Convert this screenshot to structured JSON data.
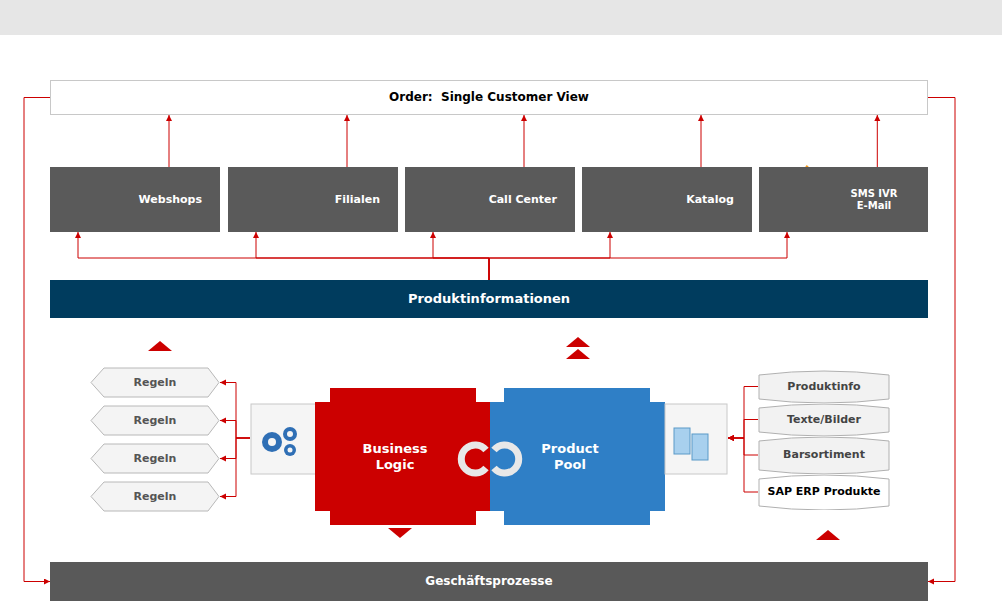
{
  "diagram": {
    "nodes": [
      {
        "text": [
          "Order:  Single Customer View"
        ]
      },
      {
        "text": [
          "Webshops"
        ]
      },
      {
        "text": [
          "Filialen"
        ]
      },
      {
        "text": [
          "Call Center"
        ]
      },
      {
        "text": [
          "Katalog"
        ]
      },
      {
        "text": [
          "SMS IVR E-Mail"
        ]
      },
      {
        "text": [
          "Produktinformationen"
        ]
      },
      {
        "text": [
          "Regeln"
        ]
      },
      {
        "text": [
          "Regeln"
        ]
      },
      {
        "text": [
          "Regeln"
        ]
      },
      {
        "text": [
          "Regeln"
        ]
      },
      {
        "text": [
          "Business Logic"
        ]
      },
      {
        "text": [
          "Product Pool"
        ]
      },
      {
        "text": [
          "Produktinfo"
        ]
      },
      {
        "text": [
          "Texte/Bilder"
        ]
      },
      {
        "text": [
          "Barsortiment"
        ]
      },
      {
        "text": [
          "SAP ERP Produkte"
        ]
      },
      {
        "text": [
          "Geschäftsprozesse"
        ]
      }
    ],
    "edges": [
      {
        "from": 1,
        "to": 0,
        "arrow": "to"
      },
      {
        "from": 2,
        "to": 0,
        "arrow": "to"
      },
      {
        "from": 3,
        "to": 0,
        "arrow": "to"
      },
      {
        "from": 4,
        "to": 0,
        "arrow": "to"
      },
      {
        "from": 5,
        "to": 0,
        "arrow": "to"
      },
      {
        "from": 6,
        "to": 1,
        "arrow": "to"
      },
      {
        "from": 6,
        "to": 2,
        "arrow": "to"
      },
      {
        "from": 6,
        "to": 3,
        "arrow": "to"
      },
      {
        "from": 6,
        "to": 4,
        "arrow": "to"
      },
      {
        "from": 6,
        "to": 5,
        "arrow": "to"
      },
      {
        "from": 11,
        "to": 7,
        "arrow": "to"
      },
      {
        "from": 11,
        "to": 8,
        "arrow": "to"
      },
      {
        "from": 11,
        "to": 9,
        "arrow": "to"
      },
      {
        "from": 11,
        "to": 10,
        "arrow": "to"
      },
      {
        "from": 13,
        "to": 12,
        "arrow": "to"
      },
      {
        "from": 14,
        "to": 12,
        "arrow": "to"
      },
      {
        "from": 15,
        "to": 12,
        "arrow": "to"
      },
      {
        "from": 16,
        "to": 12,
        "arrow": "to"
      },
      {
        "from": 0,
        "to": 17,
        "arrow": "to"
      },
      {
        "from": 0,
        "to": 17,
        "arrow": "to"
      }
    ]
  }
}
